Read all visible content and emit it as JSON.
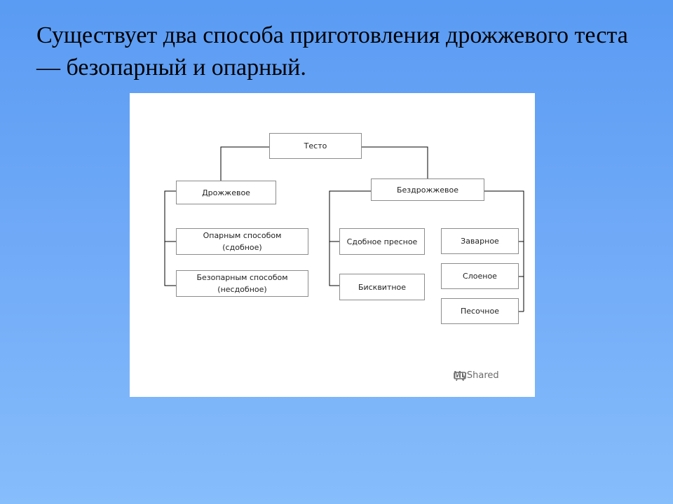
{
  "slide": {
    "title": "Существует два способа приготовления дрожжевого теста — безопарный и опарный."
  },
  "diagram": {
    "root": "Тесто",
    "yeast": "Дрожжевое",
    "yeast_children": [
      "Опарным способом\n(сдобное)",
      "Безопарным способом\n(несдобное)"
    ],
    "yeastless": "Бездрожжевое",
    "yeastless_left": [
      "Сдобное пресное",
      "Бисквитное"
    ],
    "yeastless_right": [
      "Заварное",
      "Слоеное",
      "Песочное"
    ]
  },
  "watermark": {
    "text": "MyShared",
    "icon": "myshared-logo-icon"
  },
  "colors": {
    "background_top": "#5a9bf3",
    "background_bottom": "#86bdfb",
    "box_border": "#8c8c8c",
    "line": "#000000"
  }
}
